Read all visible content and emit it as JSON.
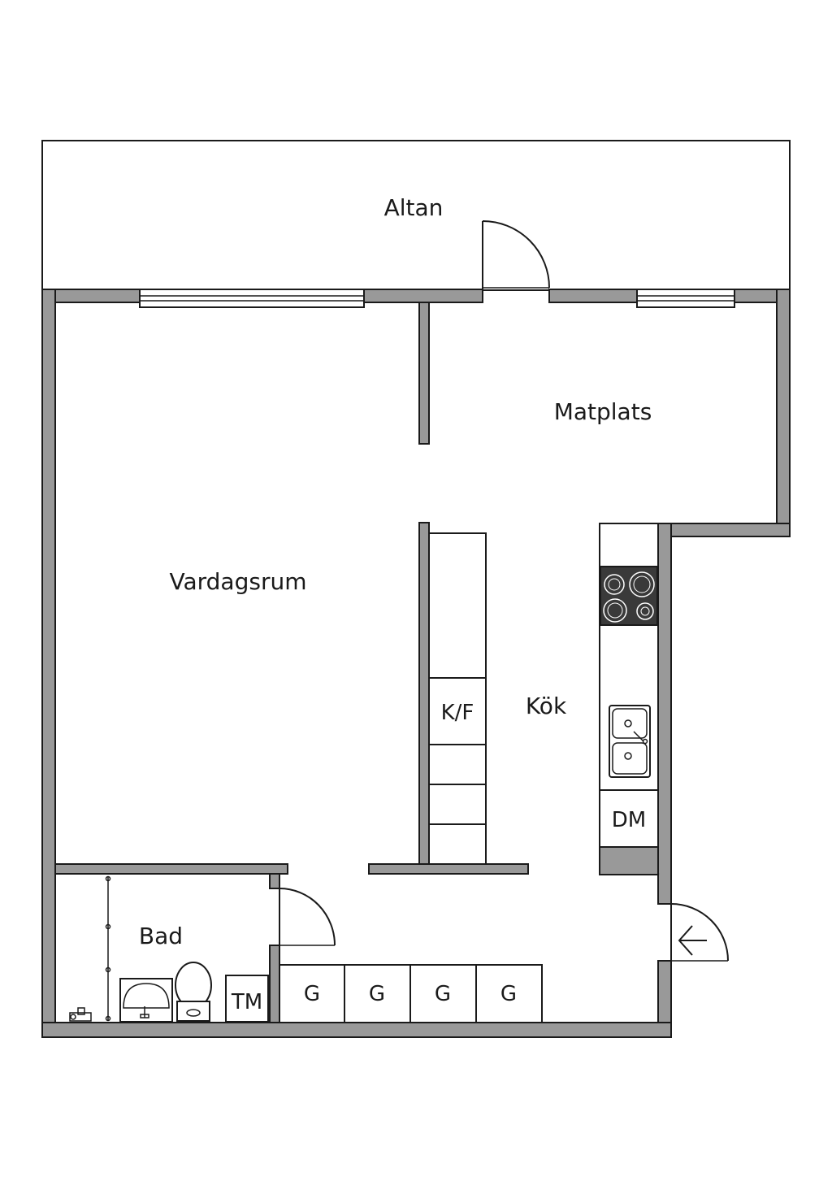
{
  "rooms": {
    "altan": "Altan",
    "matplats": "Matplats",
    "vardagsrum": "Vardagsrum",
    "kok": "Kök",
    "bad": "Bad"
  },
  "fixtures": {
    "kf": "K/F",
    "dm": "DM",
    "tm": "TM",
    "wardrobes": [
      "G",
      "G",
      "G",
      "G"
    ]
  },
  "colors": {
    "wall": "#999999",
    "line": "#1a1a1a",
    "stove": "#3a3a3a"
  }
}
